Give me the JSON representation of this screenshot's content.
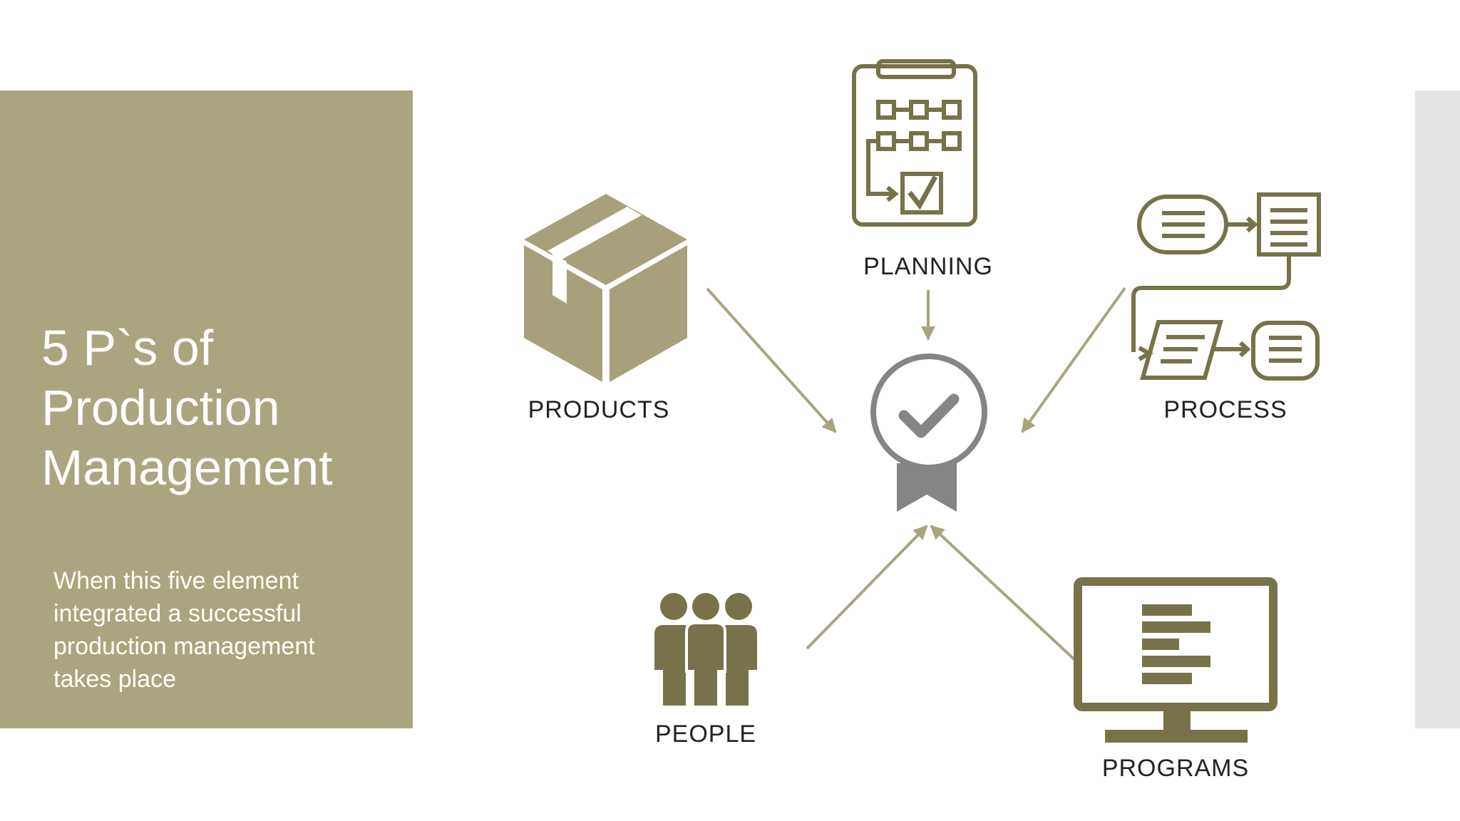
{
  "slide": {
    "title_line1": "5 P`s of",
    "title_line2": "Production",
    "title_line3": "Management",
    "subtitle": "When this five element integrated a successful production management takes place"
  },
  "diagram": {
    "center": "quality-badge-icon",
    "nodes": [
      {
        "id": "planning",
        "label": "PLANNING",
        "icon": "clipboard-flowchart-icon"
      },
      {
        "id": "products",
        "label": "PRODUCTS",
        "icon": "box-icon"
      },
      {
        "id": "process",
        "label": "PROCESS",
        "icon": "process-flow-icon"
      },
      {
        "id": "people",
        "label": "PEOPLE",
        "icon": "people-group-icon"
      },
      {
        "id": "programs",
        "label": "PROGRAMS",
        "icon": "monitor-gantt-icon"
      }
    ]
  },
  "colors": {
    "panel": "#aba57f",
    "icon": "#77724a",
    "box_light": "#a8a07a",
    "arrow": "#a8a47f",
    "badge": "#858587",
    "strip": "#e4e4e6"
  }
}
